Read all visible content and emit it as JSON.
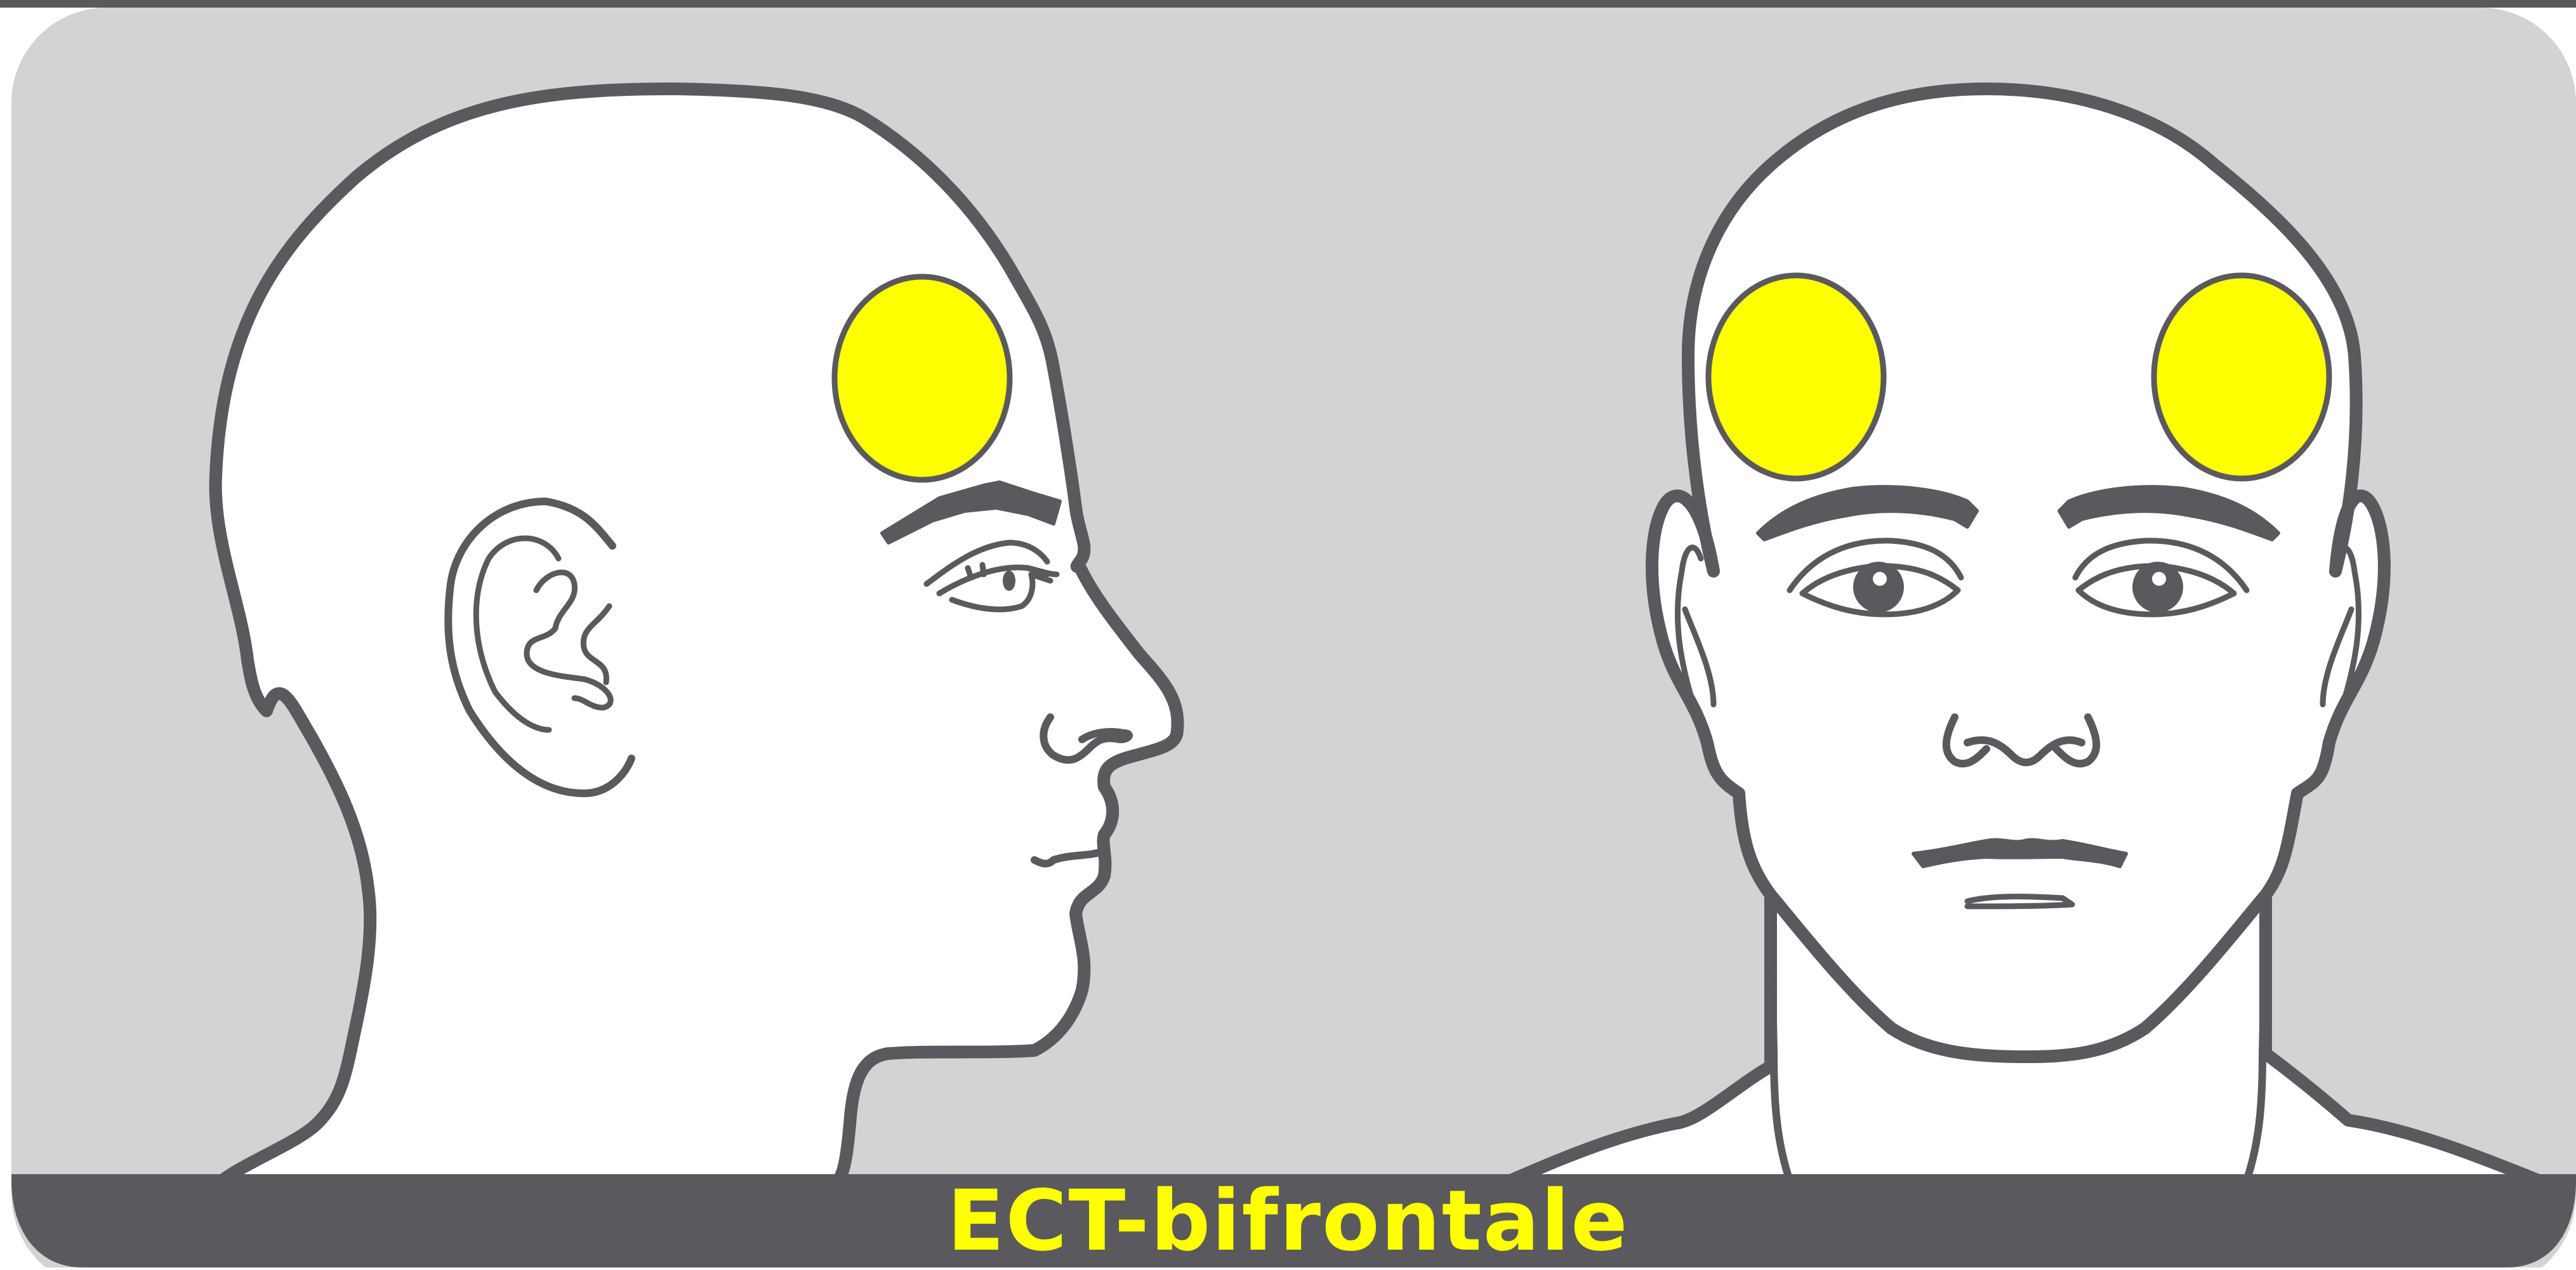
{
  "caption": {
    "text": "ECT-bifrontale"
  },
  "colors": {
    "background": "#d3d3d3",
    "band": "#5a595e",
    "outline": "#5a595e",
    "skin": "#ffffff",
    "electrode": "#ffff00"
  },
  "figures": [
    {
      "view": "profile-left",
      "electrodes": 1
    },
    {
      "view": "frontal",
      "electrodes": 2
    }
  ]
}
